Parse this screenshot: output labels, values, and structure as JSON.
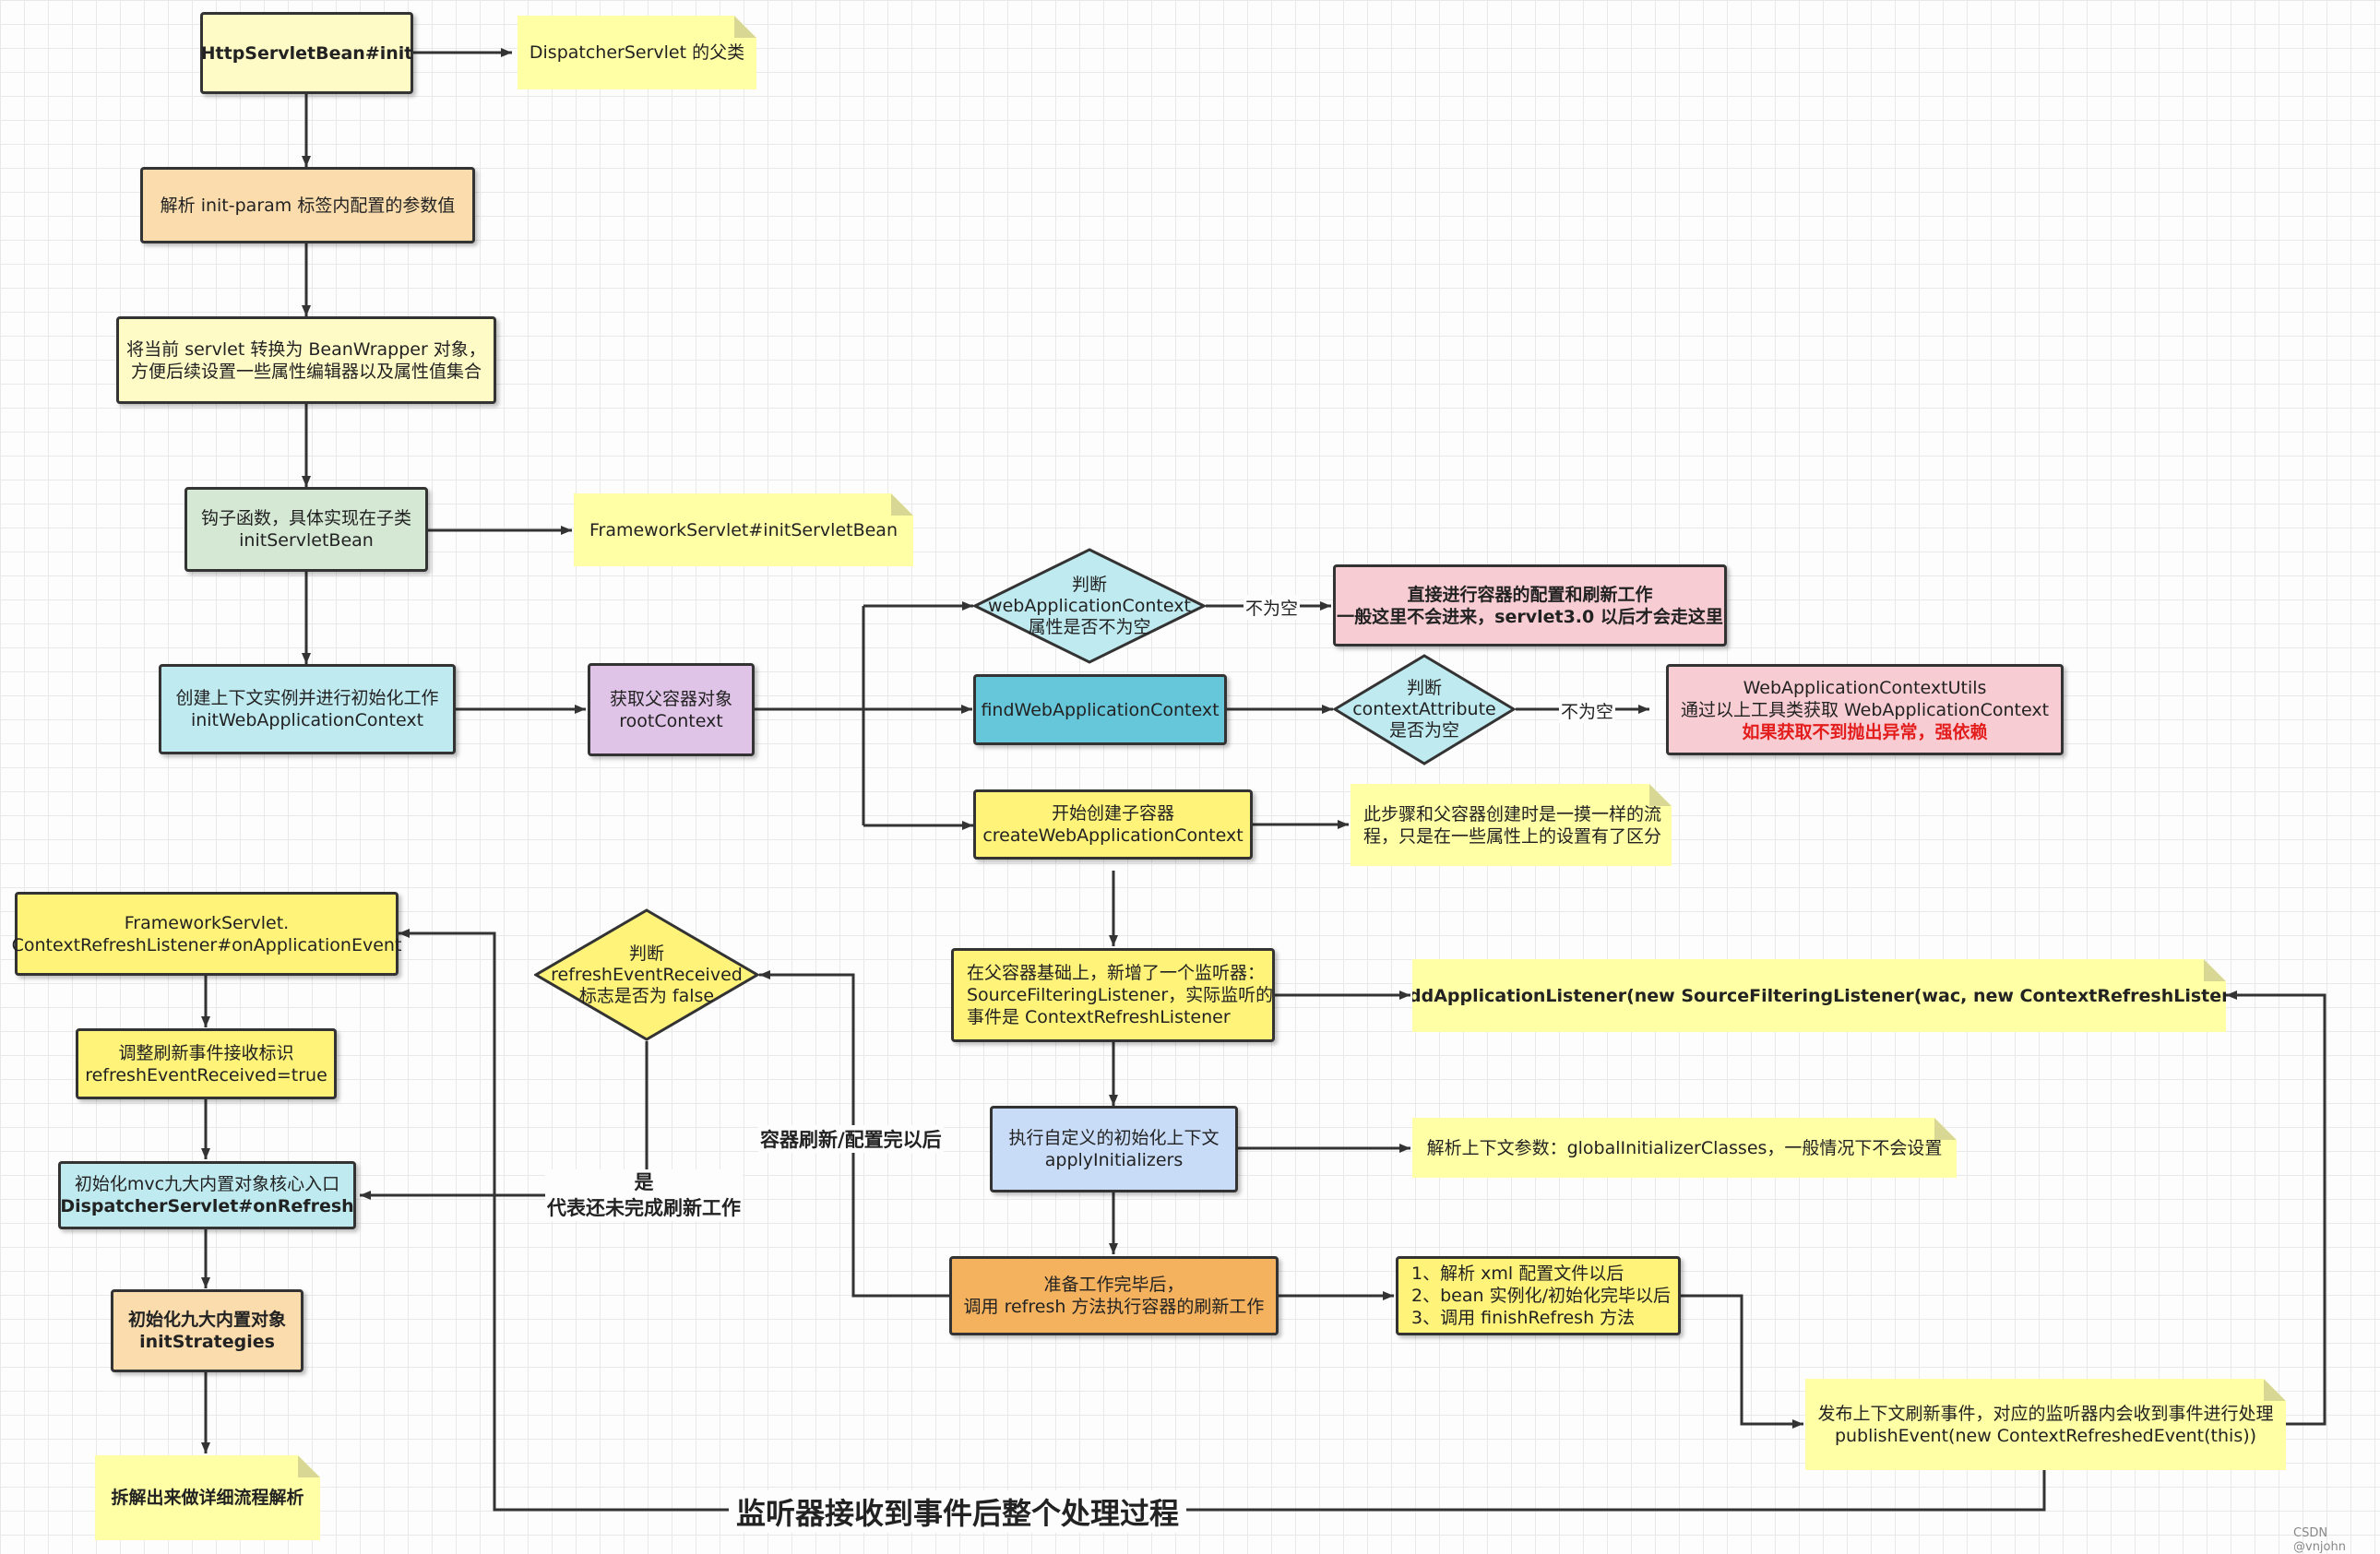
{
  "nodes": {
    "httpservletbean_init": [
      "HttpServletBean#init"
    ],
    "parse_init_param": [
      "解析 init-param 标签内配置的参数值"
    ],
    "bean_wrapper": [
      "将当前 servlet 转换为 BeanWrapper 对象，",
      "方便后续设置一些属性编辑器以及属性值集合"
    ],
    "hook_function": [
      "钩子函数，具体实现在子类",
      "initServletBean"
    ],
    "init_web_app_context": [
      "创建上下文实例并进行初始化工作",
      "initWebApplicationContext"
    ],
    "root_context": [
      "获取父容器对象",
      "rootContext"
    ],
    "find_web_app_context": [
      "findWebApplicationContext"
    ],
    "direct_config_refresh": [
      "直接进行容器的配置和刷新工作",
      "一般这里不会进来，servlet3.0 以后才会走这里"
    ],
    "web_app_context_utils": [
      "WebApplicationContextUtils",
      "通过以上工具类获取 WebApplicationContext",
      "如果获取不到抛出异常，强依赖"
    ],
    "create_child_container": [
      "开始创建子容器",
      "createWebApplicationContext"
    ],
    "add_listener_step": [
      "在父容器基础上，新增了一个监听器：",
      "SourceFilteringListener，实际监听的",
      "事件是 ContextRefreshListener"
    ],
    "apply_initializers": [
      "执行自定义的初始化上下文",
      "applyInitializers"
    ],
    "refresh_step": [
      "准备工作完毕后，",
      "调用 refresh 方法执行容器的刷新工作"
    ],
    "refresh_details": [
      "1、解析 xml 配置文件以后",
      "2、bean 实例化/初始化完毕以后",
      "3、调用 finishRefresh 方法"
    ],
    "on_application_event": [
      "FrameworkServlet.",
      "ContextRefreshListener#onApplicationEvent"
    ],
    "adjust_flag": [
      "调整刷新事件接收标识",
      "refreshEventReceived=true"
    ],
    "on_refresh": [
      "初始化mvc九大内置对象核心入口",
      "DispatcherServlet#onRefresh"
    ],
    "init_strategies": [
      "初始化九大内置对象",
      "initStrategies"
    ]
  },
  "notes": {
    "dispatcher_parent": [
      "DispatcherServlet 的父类"
    ],
    "framework_init_servlet_bean": [
      "FrameworkServlet#initServletBean"
    ],
    "same_flow": [
      "此步骤和父容器创建时是一摸一样的流",
      "程，只是在一些属性上的设置有了区分"
    ],
    "add_listener_code": [
      "wac.addApplicationListener(new SourceFilteringListener(wac, new ContextRefreshListener()))"
    ],
    "global_initializer": [
      "解析上下文参数：globalInitializerClasses，一般情况下不会设置"
    ],
    "publish_event": [
      "发布上下文刷新事件，对应的监听器内会收到事件进行处理",
      "publishEvent(new ContextRefreshedEvent(this))"
    ],
    "split_detail": [
      "拆解出来做详细流程解析"
    ]
  },
  "diamonds": {
    "check_web_app_context": [
      "判断",
      "webApplicationContext",
      "属性是否不为空"
    ],
    "check_context_attribute": [
      "判断",
      "contextAttribute",
      "是否为空"
    ],
    "check_refresh_flag": [
      "判断",
      "refreshEventReceived",
      "标志是否为 false"
    ]
  },
  "labels": {
    "not_null_1": [
      "不为空"
    ],
    "not_null_2": [
      "不为空"
    ],
    "after_refresh": [
      "容器刷新/配置完以后"
    ],
    "yes_not_finished": [
      "是",
      "代表还未完成刷新工作"
    ]
  },
  "title": "监听器接收到事件后整个处理过程",
  "watermark": "CSDN @vnjohn",
  "colors": {
    "light_yellow": "#fffbc6",
    "orange_peach": "#fbdcad",
    "green": "#d5e8d4",
    "light_cyan": "#bfeaf0",
    "purple": "#e0c4e8",
    "teal": "#66c7da",
    "pink": "#f7ccd2",
    "yellow": "#fff37a",
    "blue": "#c8dcf8",
    "orange": "#f4b25f",
    "note": "#ffffa6",
    "alert_red": "#e31c1c",
    "line": "#333333"
  }
}
